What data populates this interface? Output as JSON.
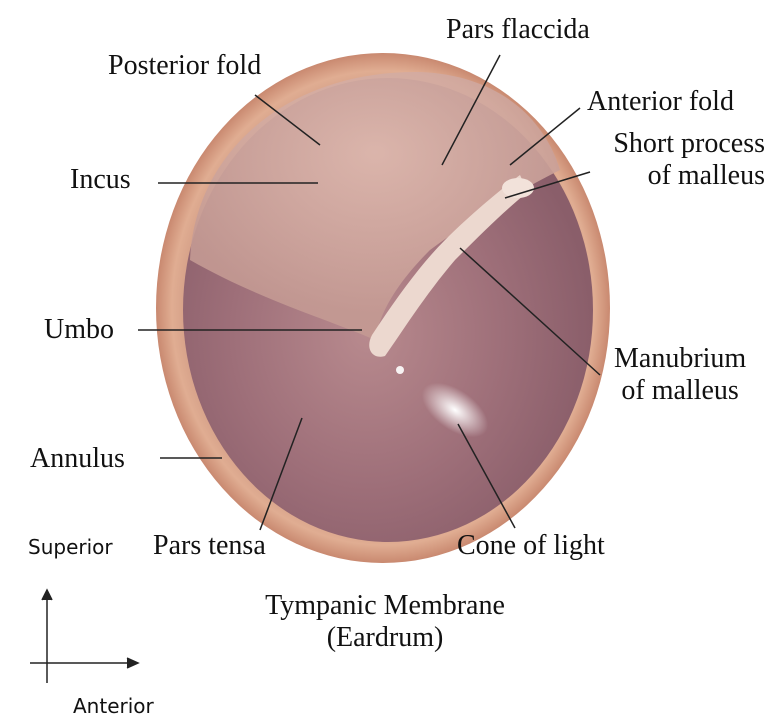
{
  "labels": {
    "posterior_fold": "Posterior fold",
    "pars_flaccida": "Pars flaccida",
    "anterior_fold": "Anterior fold",
    "short_process_line1": "Short process",
    "short_process_line2": "of malleus",
    "incus": "Incus",
    "umbo": "Umbo",
    "manubrium_line1": "Manubrium",
    "manubrium_line2": "of malleus",
    "annulus": "Annulus",
    "pars_tensa": "Pars tensa",
    "cone_of_light": "Cone of light"
  },
  "title": {
    "line1": "Tympanic Membrane",
    "line2": "(Eardrum)"
  },
  "axes": {
    "superior": "Superior",
    "anterior": "Anterior"
  },
  "colors": {
    "rim": "#d9a48c",
    "membrane": "#a8787e",
    "membrane_dark": "#8a5a66",
    "malleus": "#e8cfc4",
    "leader_line": "#222222"
  }
}
